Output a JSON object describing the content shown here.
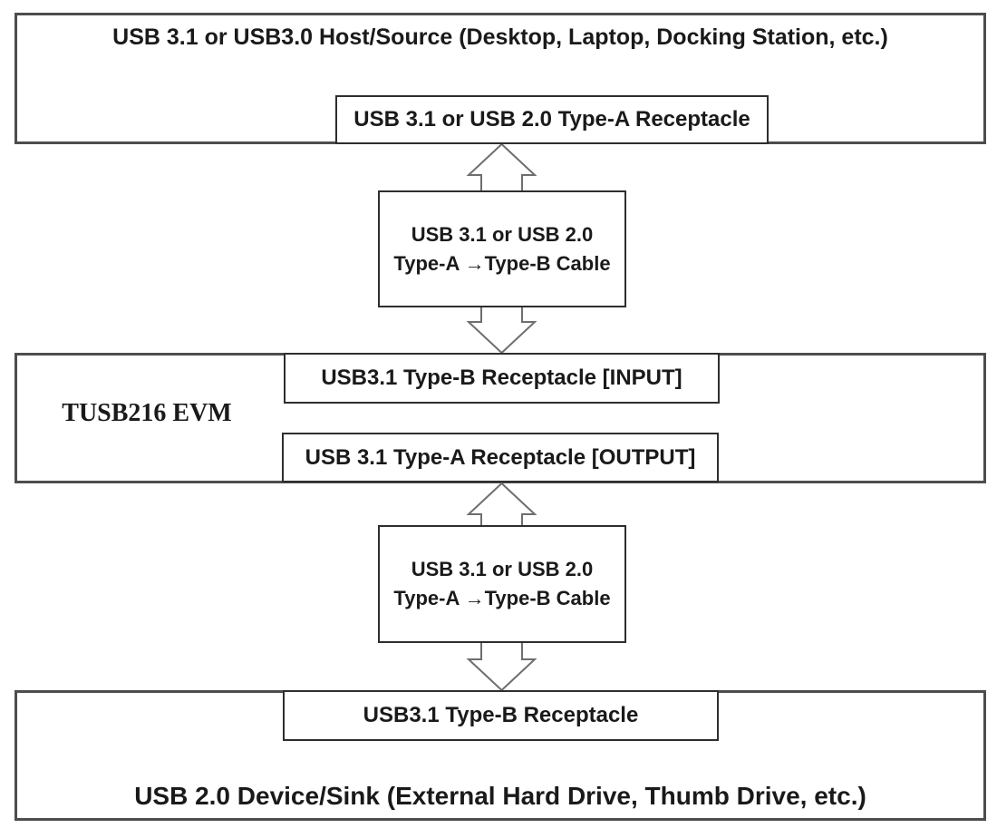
{
  "diagram": {
    "host_box": {
      "title": "USB 3.1 or USB3.0 Host/Source (Desktop, Laptop, Docking Station, etc.)",
      "receptacle": "USB 3.1 or USB 2.0 Type-A Receptacle"
    },
    "cable1": {
      "line1": "USB 3.1 or USB 2.0",
      "line2": "Type-A →Type-B Cable"
    },
    "evm_box": {
      "label": "TUSB216 EVM",
      "input_receptacle": "USB3.1 Type-B Receptacle [INPUT]",
      "output_receptacle": "USB 3.1 Type-A Receptacle [OUTPUT]"
    },
    "cable2": {
      "line1": "USB 3.1 or USB 2.0",
      "line2": "Type-A →Type-B Cable"
    },
    "device_box": {
      "receptacle": "USB3.1 Type-B Receptacle",
      "title": "USB 2.0 Device/Sink (External Hard Drive, Thumb Drive, etc.)"
    }
  },
  "colors": {
    "background": "#ffffff",
    "outer_border": "#4d4d4d",
    "inner_border": "#2e2e2e",
    "arrow_outline": "#6e6e6e",
    "arrow_fill": "#ffffff",
    "text": "#1a1a1a"
  }
}
